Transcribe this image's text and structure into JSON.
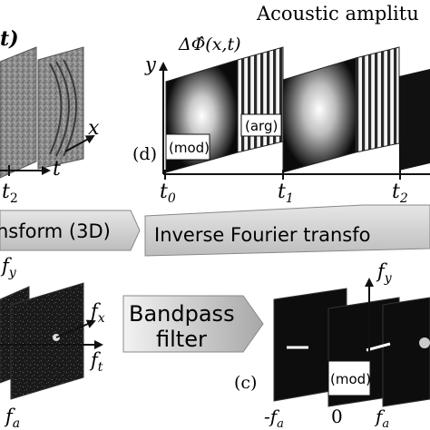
{
  "top_left": {
    "phi_fragment": "t)",
    "axis_x": "x",
    "axis_t": "t",
    "tick_t2": "t"
  },
  "top_right": {
    "title": "Acoustic amplitu",
    "phase_symbol": "ΔΦ̂(x,t)",
    "axis_y": "y",
    "panel_label": "(d)",
    "label_mod": "(mod)",
    "label_arg": "(arg)",
    "ticks": [
      "t",
      "t",
      "t"
    ],
    "tick_subscripts": [
      "0",
      "1",
      "2"
    ]
  },
  "arrows": {
    "left_banner": "nsform (3D)",
    "right_banner": "Inverse Fourier transfo",
    "bandpass_line1": "Bandpass",
    "bandpass_line2": "filter"
  },
  "bottom_left": {
    "axis_fy": "f",
    "axis_fx": "f",
    "axis_ft": "f",
    "tick_fa": "f",
    "sub_y": "y",
    "sub_x": "x",
    "sub_t": "t",
    "sub_a": "a"
  },
  "bottom_right": {
    "panel_label": "(c)",
    "label_mod": "(mod)",
    "axis_fy": "f",
    "sub_y": "y",
    "tick_neg_fa": "-f",
    "tick_zero": "0",
    "tick_fa": "f",
    "sub_a": "a"
  },
  "colors": {
    "ink": "#111111",
    "arrow_fill": "#c8c8c8",
    "panel_dark": "#0d0d0d"
  }
}
